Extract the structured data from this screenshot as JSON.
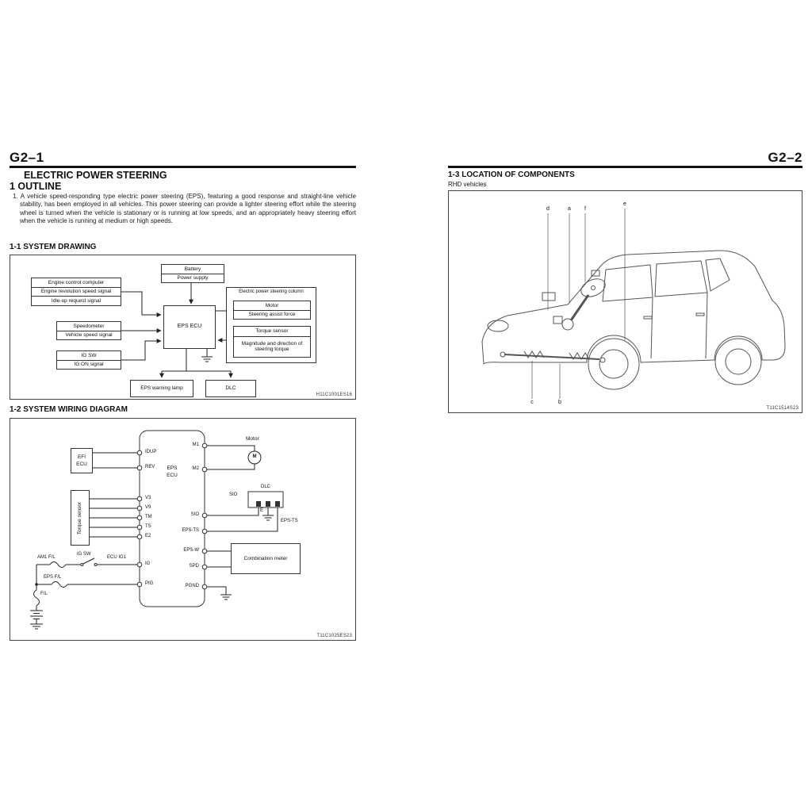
{
  "left": {
    "page_number": "G2–1",
    "title": "ELECTRIC POWER STEERING",
    "outline_heading": "1 OUTLINE",
    "outline_text": "1. A vehicle speed-responding type electric power steering (EPS), featuring a good response and straight-line vehicle stability, has been employed in all vehicles. This power steering can provide a lighter steering effort while the steering wheel is turned when the vehicle is stationary or is running at low speeds, and an appropriately heavy steering effort when the vehicle is running at medium or high speeds.",
    "s11": "1-1 SYSTEM DRAWING",
    "sd": {
      "battery": [
        "Battery",
        "Power supply"
      ],
      "engine": [
        "Engine control computer",
        "Engine revolution speed signal",
        "Idle-up request signal"
      ],
      "speedometer": [
        "Speedometer",
        "Vehicle speed signal"
      ],
      "ig": [
        "IG SW",
        "IG ON signal"
      ],
      "ecu": "EPS ECU",
      "column_title": "Electric power steering column",
      "motor": [
        "Motor",
        "Steering assist force"
      ],
      "torque": [
        "Torque sensor",
        "Magnitude and direction of steering torque"
      ],
      "lamp": "EPS warning lamp",
      "dlc": "DLC",
      "code": "H11C1001ES16"
    },
    "s12": "1-2 SYSTEM WIRING DIAGRAM",
    "wd": {
      "efi": [
        "EFI",
        "ECU"
      ],
      "torque_sensor": "Torque sensor",
      "ecu": [
        "EPS",
        "ECU"
      ],
      "motor": "Motor",
      "m": "M",
      "pins_left": [
        "IDUP",
        "REV",
        "V3",
        "V9",
        "TM",
        "TS",
        "E2",
        "IG",
        "PIG"
      ],
      "pins_right": [
        "M1",
        "M2",
        "SIO",
        "EPS-TS",
        "EPS-W",
        "SPD",
        "PGND"
      ],
      "dlc": "DLC",
      "sio": "SIO",
      "e": "E",
      "eps_ts": "EPS-TS",
      "combi": "Combination meter",
      "am1": "AM1 F/L",
      "igsw": "IG SW",
      "ecuig1": "ECU IG1",
      "epsfl": "EPS F/L",
      "fl": "F/L",
      "code": "T11C1025ES23"
    }
  },
  "right": {
    "page_number": "G2–2",
    "s13": "1-3 LOCATION OF COMPONENTS",
    "subtitle": "RHD vehicles",
    "callouts": {
      "a": "a",
      "b": "b",
      "c": "c",
      "d": "d",
      "e": "e",
      "f": "f"
    },
    "code": "T11C1514S23"
  }
}
